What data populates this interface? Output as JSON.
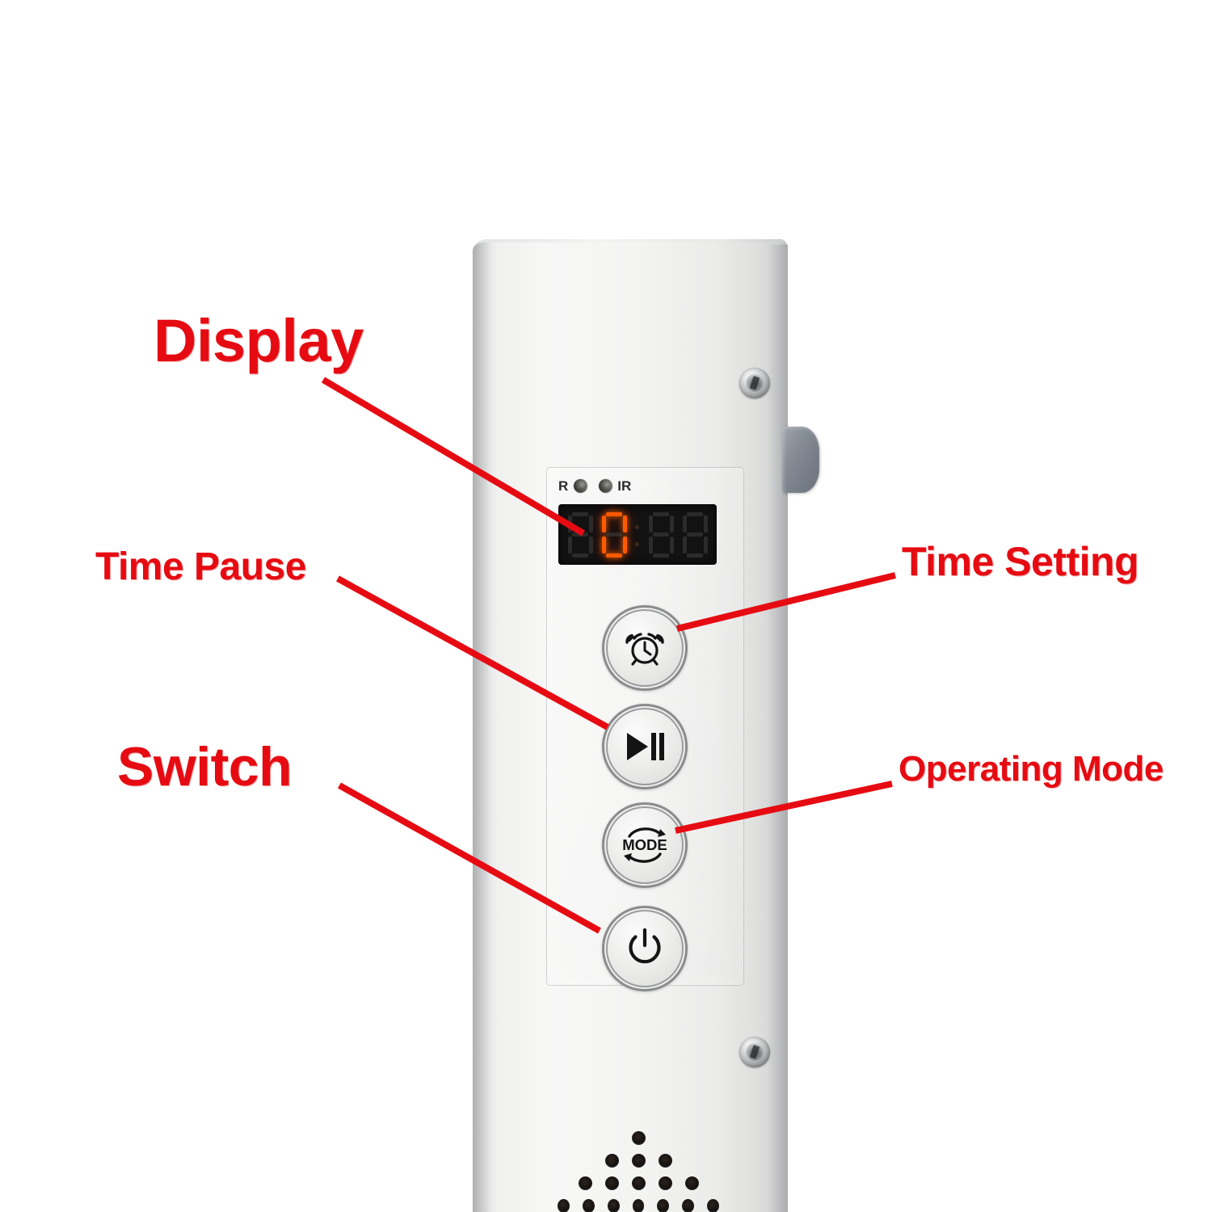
{
  "device": {
    "name": "uv-sterilizer-control-panel",
    "body_color": "#f2f2f1",
    "knob_color": "#7d848d"
  },
  "panel": {
    "indicators": [
      {
        "label": "R",
        "position": "left",
        "state": "off",
        "icon": "led-indicator-icon"
      },
      {
        "label": "IR",
        "position": "right",
        "state": "off",
        "icon": "led-indicator-icon"
      }
    ],
    "display": {
      "type": "7-segment",
      "digit_count": 4,
      "lit_color": "#ff5b00",
      "unlit_color": "#2c2b2a",
      "background_color": "#131212",
      "digits": [
        "",
        "0",
        "",
        ""
      ],
      "value": "0",
      "colon": "off"
    },
    "buttons": [
      {
        "id": "timer",
        "icon": "alarm-clock-icon",
        "label": "",
        "annotation": "Time Setting"
      },
      {
        "id": "play-pause",
        "icon": "play-pause-icon",
        "label": "",
        "annotation": "Time Pause"
      },
      {
        "id": "mode",
        "icon": "mode-cycle-icon",
        "label": "MODE",
        "annotation": "Operating Mode"
      },
      {
        "id": "power",
        "icon": "power-icon",
        "label": "",
        "annotation": "Switch"
      }
    ]
  },
  "annotations": {
    "color": "#e60b12",
    "items": [
      {
        "id": "display",
        "text": "Display",
        "target": "display-window"
      },
      {
        "id": "time-pause",
        "text": "Time Pause",
        "target": "play-pause-button"
      },
      {
        "id": "time-setting",
        "text": "Time Setting",
        "target": "timer-button"
      },
      {
        "id": "switch",
        "text": "Switch",
        "target": "power-button"
      },
      {
        "id": "operating-mode",
        "text": "Operating Mode",
        "target": "mode-button"
      }
    ]
  },
  "hardware": {
    "screws": [
      {
        "id": "top",
        "position": "upper-right"
      },
      {
        "id": "bottom",
        "position": "lower-right"
      }
    ],
    "side_knob": {
      "id": "side-knob",
      "position": "right-edge"
    },
    "speaker_grille": {
      "rows": [
        1,
        3,
        5,
        7
      ],
      "shape": "triangle"
    }
  }
}
